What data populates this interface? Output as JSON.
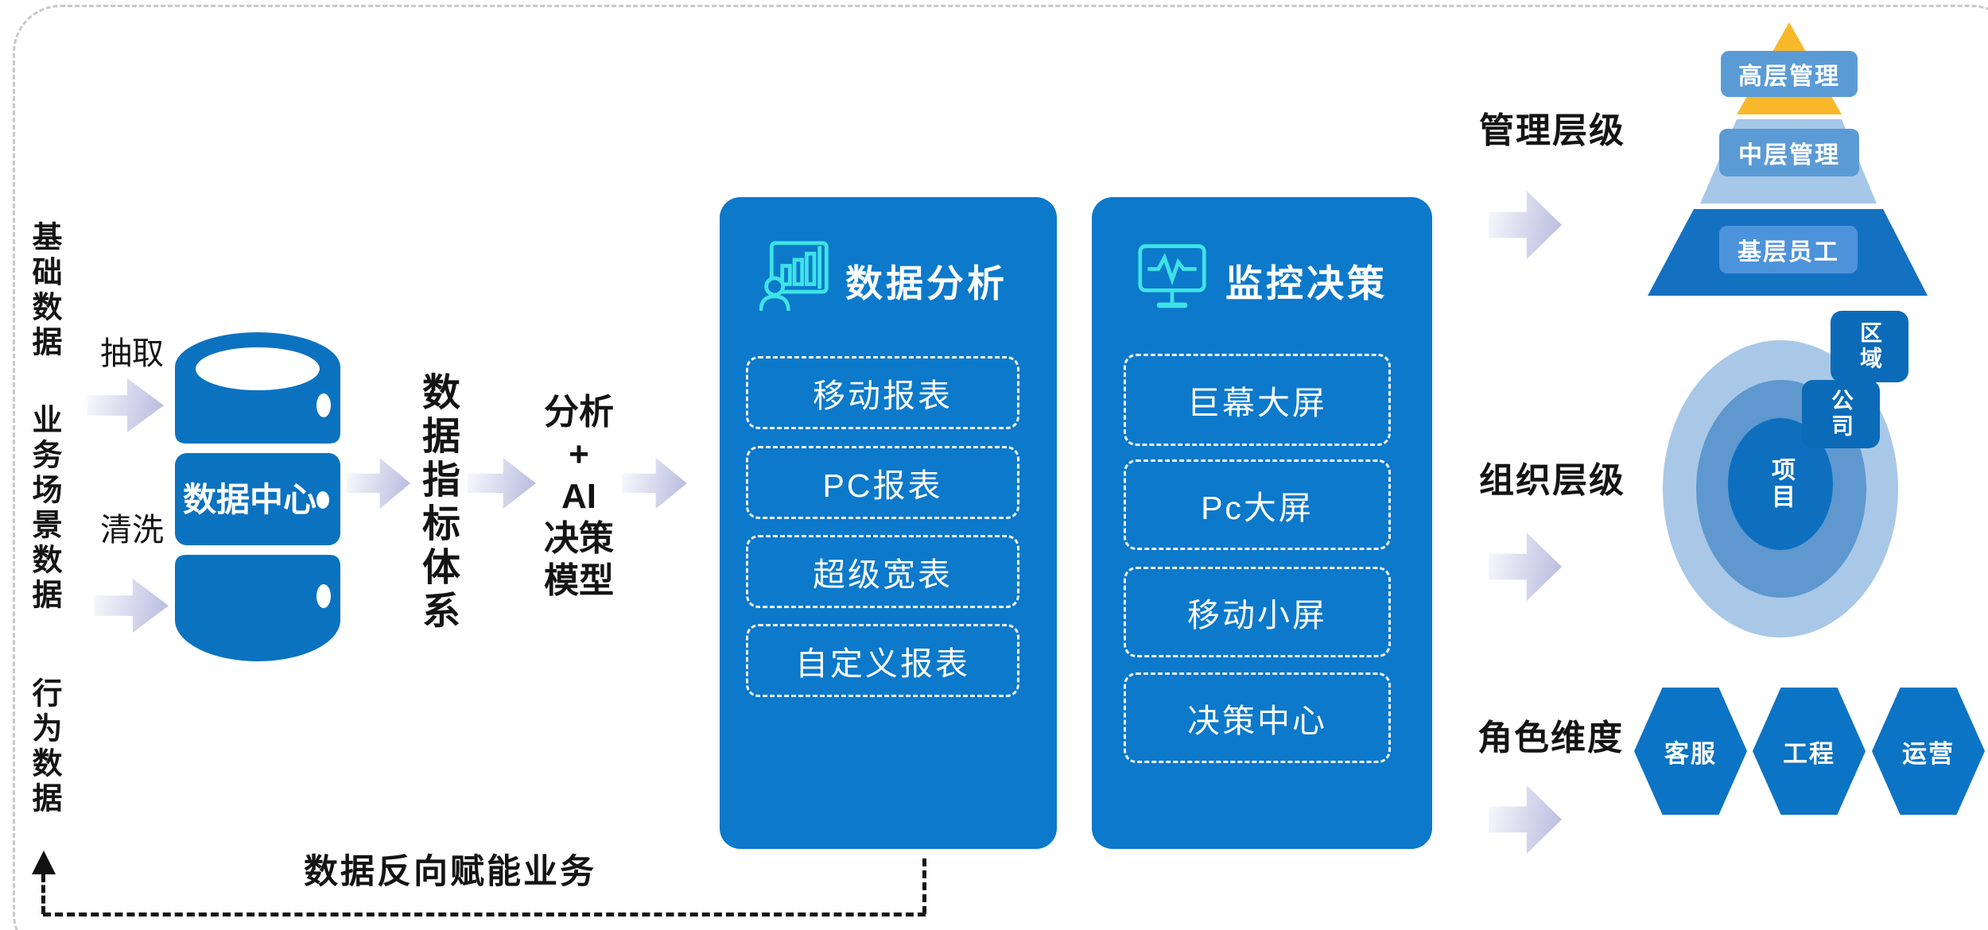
{
  "colors": {
    "primary_blue": "#0c79cb",
    "cylinder_blue": "#0b72c0",
    "icon_cyan": "#3ee3e6",
    "pyramid_gold": "#f8b82a",
    "pyramid_light_tier": "#a6c7e8",
    "pyramid_dark_tier": "#1471c1",
    "tier_badge_blue": "#5b9bd5",
    "ring_outer": "#a9c8e8",
    "ring_middle": "#5e98cf",
    "ring_inner": "#0e6fbf",
    "arrow_gradient_end": "#b9bddf"
  },
  "left_panel": {
    "sources": [
      {
        "label": "基础数据"
      },
      {
        "label": "业务场景数据"
      },
      {
        "label": "行为数据"
      }
    ],
    "extract_label": "抽取",
    "clean_label": "清洗"
  },
  "database": {
    "label": "数据中心"
  },
  "flow": {
    "indicator_label": "数据指标体系",
    "model_lines": [
      "分析",
      "+",
      "AI",
      "决策",
      "模型"
    ]
  },
  "panels": [
    {
      "title": "数据分析",
      "icon": "presenter-chart-icon",
      "items": [
        "移动报表",
        "PC报表",
        "超级宽表",
        "自定义报表"
      ]
    },
    {
      "title": "监控决策",
      "icon": "monitor-pulse-icon",
      "items": [
        "巨幕大屏",
        "Pc大屏",
        "移动小屏",
        "决策中心"
      ]
    }
  ],
  "management": {
    "label": "管理层级",
    "tiers": [
      "高层管理",
      "中层管理",
      "基层员工"
    ]
  },
  "organization": {
    "label": "组织层级",
    "levels": [
      "区域",
      "公司",
      "项目"
    ]
  },
  "roles": {
    "label": "角色维度",
    "items": [
      "客服",
      "工程",
      "运营"
    ]
  },
  "feedback": {
    "label": "数据反向赋能业务"
  }
}
